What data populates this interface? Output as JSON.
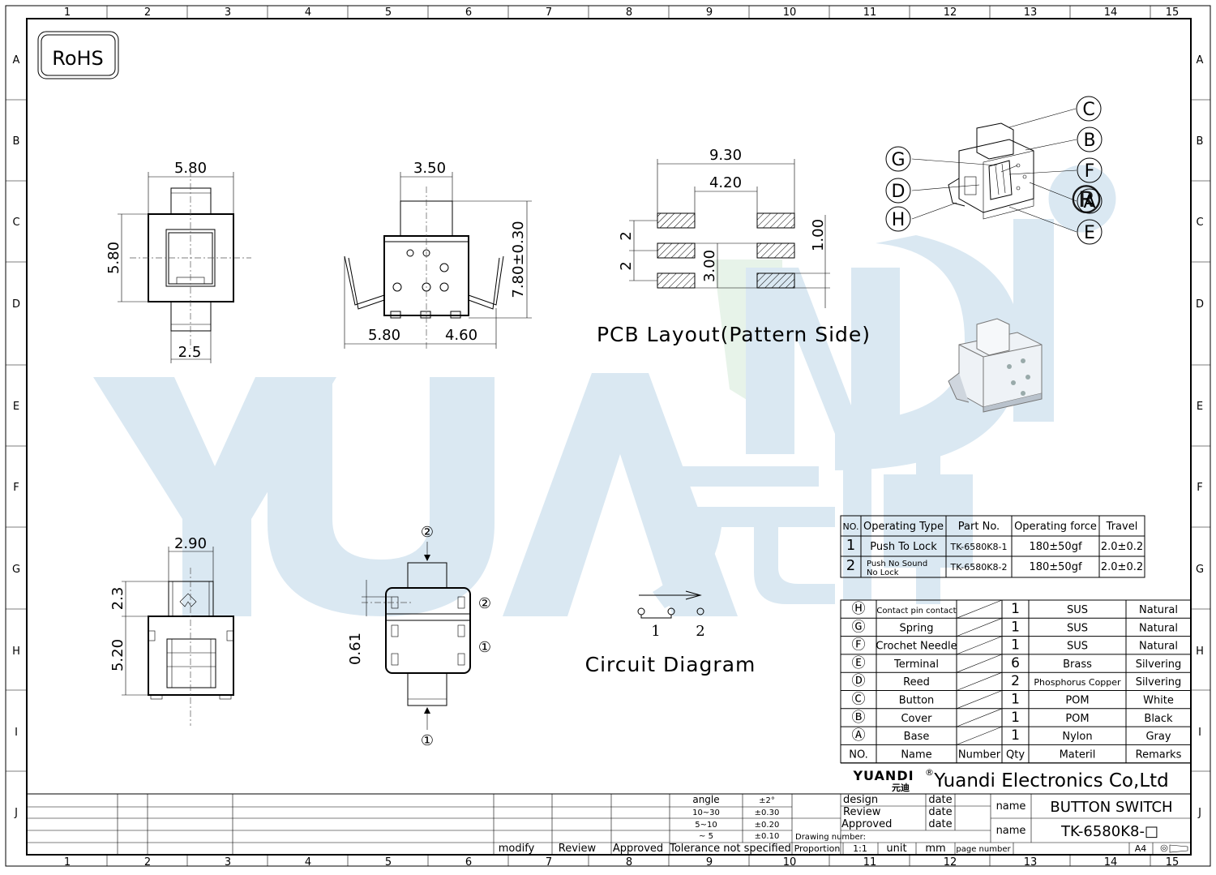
{
  "border": {
    "columns": [
      "1",
      "2",
      "3",
      "4",
      "5",
      "6",
      "7",
      "8",
      "9",
      "10",
      "11",
      "12",
      "13",
      "14",
      "15"
    ],
    "rows": [
      "A",
      "B",
      "C",
      "D",
      "E",
      "F",
      "G",
      "H",
      "I",
      "J"
    ]
  },
  "rohs_label": "RoHS",
  "watermark": {
    "text": "YUANDI",
    "chinese": "元迪",
    "registered": "®"
  },
  "views": {
    "top": {
      "width": "5.80",
      "height": "5.80",
      "stem": "2.5"
    },
    "side": {
      "top": "3.50",
      "height": "7.80±0.30",
      "left": "5.80",
      "right": "4.60"
    },
    "bottom": {
      "width": "2.90",
      "h1": "2.3",
      "h2": "5.20"
    },
    "pin": {
      "pin2": "②",
      "pin1": "①",
      "side2": "②",
      "side1": "①",
      "dim": "0.61"
    },
    "pcb": {
      "total": "9.30",
      "inner": "4.20",
      "pitch1": "2",
      "pitch2": "2",
      "pad": "3.00",
      "pad_h": "1.00",
      "caption": "PCB Layout(Pattern Side)"
    },
    "circuit": {
      "n1": "1",
      "n2": "2",
      "caption": "Circuit Diagram"
    },
    "exploded": {
      "labels": [
        "C",
        "B",
        "G",
        "F",
        "D",
        "A",
        "H",
        "E"
      ]
    }
  },
  "op_table": {
    "headers": [
      "NO.",
      "Operating Type",
      "Part No.",
      "Operating force",
      "Travel"
    ],
    "rows": [
      [
        "1",
        "Push To Lock",
        "TK-6580K8-1",
        "180±50gf",
        "2.0±0.2"
      ],
      [
        "2",
        "Push No Sound No Lock",
        "TK-6580K8-2",
        "180±50gf",
        "2.0±0.2"
      ]
    ]
  },
  "bom": {
    "rows": [
      [
        "Ⓗ",
        "Contact pin contact",
        "",
        "1",
        "SUS",
        "Natural"
      ],
      [
        "Ⓖ",
        "Spring",
        "",
        "1",
        "SUS",
        "Natural"
      ],
      [
        "Ⓕ",
        "Crochet Needle",
        "",
        "1",
        "SUS",
        "Natural"
      ],
      [
        "Ⓔ",
        "Terminal",
        "",
        "6",
        "Brass",
        "Silvering"
      ],
      [
        "Ⓓ",
        "Reed",
        "",
        "2",
        "Phosphorus Copper",
        "Silvering"
      ],
      [
        "Ⓒ",
        "Button",
        "",
        "1",
        "POM",
        "White"
      ],
      [
        "Ⓑ",
        "Cover",
        "",
        "1",
        "POM",
        "Black"
      ],
      [
        "Ⓐ",
        "Base",
        "",
        "1",
        "Nylon",
        "Gray"
      ]
    ],
    "headers": [
      "NO.",
      "Name",
      "Number",
      "Qty",
      "Materil",
      "Remarks"
    ]
  },
  "title_block": {
    "logo": "YUANDI",
    "logo_cn": "元迪",
    "reg": "®",
    "company": "Yuandi Electronics Co,Ltd",
    "design": "design",
    "review": "Review",
    "approved": "Approved",
    "date1": "date",
    "date2": "date",
    "date3": "date",
    "name1_label": "name",
    "name1": "BUTTON SWITCH",
    "name2_label": "name",
    "name2": "TK-6580K8-□",
    "drawing_number": "Drawing number:",
    "proportion": "Proportion",
    "scale": "1:1",
    "unit": "unit",
    "mm": "mm",
    "page_number": "page number",
    "size": "A4",
    "tolerance": [
      [
        "angle",
        "±2°"
      ],
      [
        "10~30",
        "±0.30"
      ],
      [
        "5~10",
        "±0.20"
      ],
      [
        "~ 5",
        "±0.10"
      ]
    ],
    "tol_caption": "Tolerance not specified",
    "modify": "modify",
    "review2": "Review",
    "approved2": "Approved"
  }
}
